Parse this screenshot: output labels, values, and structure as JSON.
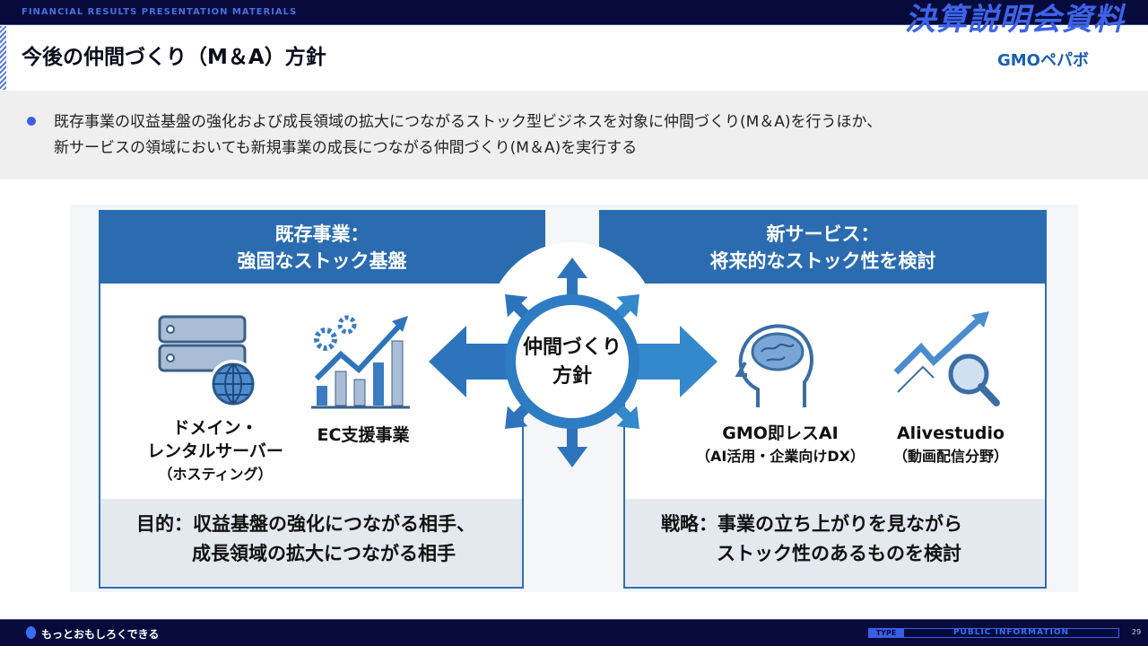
{
  "header": {
    "eyebrow": "FINANCIAL RESULTS PRESENTATION MATERIALS",
    "section": "決算説明会資料",
    "title": "今後の仲間づくり（M＆A）方針",
    "logo": "GMOペパボ"
  },
  "summary": {
    "line1": "既存事業の収益基盤の強化および成長領域の拡大につながるストック型ビジネスを対象に仲間づくり(M＆A)を行うほか、",
    "line2": "新サービスの領域においても新規事業の成長につながる仲間づくり(M＆A)を実行する"
  },
  "diagram": {
    "center": {
      "line1": "仲間づくり",
      "line2": "方針"
    },
    "left": {
      "title1": "既存事業：",
      "title2": "強固なストック基盤",
      "items": [
        {
          "line1": "ドメイン・",
          "line2": "レンタルサーバー",
          "line3": "（ホスティング）",
          "icon": "server-globe-icon"
        },
        {
          "line1": "EC支援事業",
          "icon": "growth-chart-gears-icon"
        }
      ],
      "goal1": "目的：収益基盤の強化につながる相手、",
      "goal2": "成長領域の拡大につながる相手"
    },
    "right": {
      "title1": "新サービス：",
      "title2": "将来的なストック性を検討",
      "items": [
        {
          "line1": "GMO即レスAI",
          "line2": "（AI活用・企業向けDX）",
          "icon": "brain-head-icon"
        },
        {
          "line1": "Alivestudio",
          "line2": "（動画配信分野）",
          "icon": "trend-magnifier-icon"
        }
      ],
      "goal1": "戦略：事業の立ち上がりを見ながら",
      "goal2": "ストック性のあるものを検討"
    },
    "colors": {
      "primary": "#2b6cb0",
      "accent": "#2e7cc4"
    }
  },
  "footer": {
    "tagline": "もっとおもしろくできる",
    "type": "TYPE",
    "classification": "PUBLIC INFORMATION",
    "page": "29"
  }
}
